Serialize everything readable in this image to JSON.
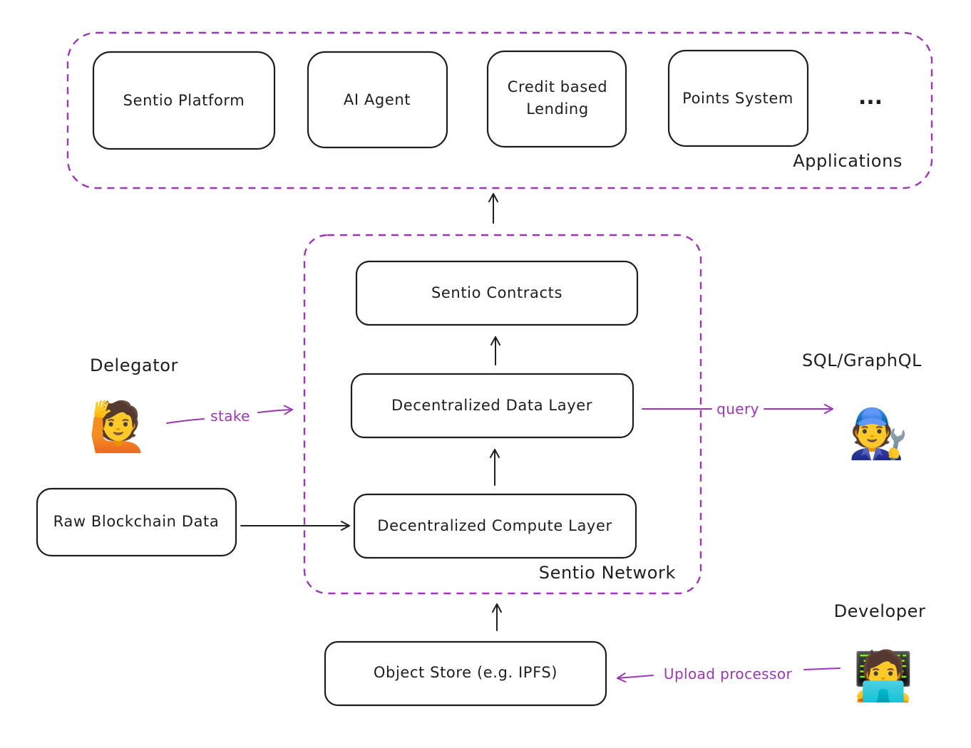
{
  "colors": {
    "stroke": "#1e1e1e",
    "accent": "#9c36b5",
    "background": "#ffffff"
  },
  "groups": {
    "applications": {
      "label": "Applications"
    },
    "network": {
      "label": "Sentio Network"
    }
  },
  "apps": {
    "sentio_platform": "Sentio Platform",
    "ai_agent": "AI Agent",
    "credit_lending_line1": "Credit based",
    "credit_lending_line2": "Lending",
    "points_system": "Points System",
    "more": "..."
  },
  "network": {
    "contracts": "Sentio Contracts",
    "data_layer": "Decentralized Data Layer",
    "compute_layer": "Decentralized Compute Layer"
  },
  "external": {
    "raw_data": "Raw Blockchain Data",
    "object_store": "Object Store (e.g. IPFS)"
  },
  "actors": {
    "delegator": {
      "label": "Delegator",
      "icon": "person-raising-hand-icon",
      "glyph": "🙋"
    },
    "consumer": {
      "label": "SQL/GraphQL",
      "icon": "mechanic-icon",
      "glyph": "🧑‍🔧"
    },
    "developer": {
      "label": "Developer",
      "icon": "technologist-icon",
      "glyph": "🧑‍💻"
    }
  },
  "edges": {
    "stake": "stake",
    "query": "query",
    "upload": "Upload processor"
  }
}
